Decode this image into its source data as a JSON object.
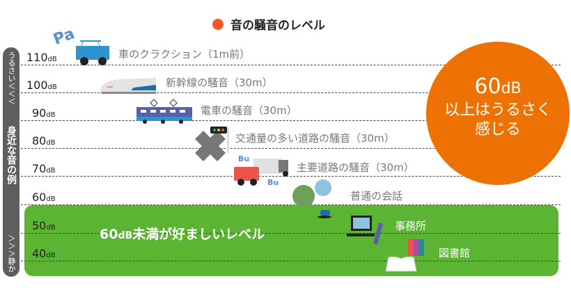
{
  "title": "音の騒音のレベル",
  "colors": {
    "title_dot": "#f05a28",
    "green": "#5bb432",
    "orange": "#ee7203",
    "sidebar": "#5e5e5e"
  },
  "sidebar": {
    "loud": "うるさい＜＜＜",
    "main": "身近な音の例",
    "quiet": "＞＞＞静か"
  },
  "levels": [
    {
      "value": "110",
      "unit": "dB"
    },
    {
      "value": "100",
      "unit": "dB"
    },
    {
      "value": "90",
      "unit": "dB"
    },
    {
      "value": "80",
      "unit": "dB"
    },
    {
      "value": "70",
      "unit": "dB"
    },
    {
      "value": "60",
      "unit": "dB"
    },
    {
      "value": "50",
      "unit": "dB"
    },
    {
      "value": "40",
      "unit": "dB"
    }
  ],
  "examples": [
    {
      "label": "車のクラクション（1m前）",
      "icon": "car-horn-icon"
    },
    {
      "label": "新幹線の騒音（30m）",
      "icon": "bullet-train-icon"
    },
    {
      "label": "電車の騒音（30m）",
      "icon": "train-icon"
    },
    {
      "label": "交通量の多い道路の騒音（30m）",
      "icon": "intersection-icon"
    },
    {
      "label": "主要道路の騒音（30m）",
      "icon": "truck-icon"
    },
    {
      "label": "普通の会話",
      "icon": "chat-icon"
    },
    {
      "label": "事務所",
      "icon": "computer-phone-icon"
    },
    {
      "label": "図書館",
      "icon": "books-icon"
    }
  ],
  "green_zone": {
    "value": "60",
    "unit": "dB",
    "text": "未満が好ましいレベル"
  },
  "callout": {
    "value": "60",
    "unit": "dB",
    "line1": "以上はうるさく",
    "line2": "感じる"
  }
}
